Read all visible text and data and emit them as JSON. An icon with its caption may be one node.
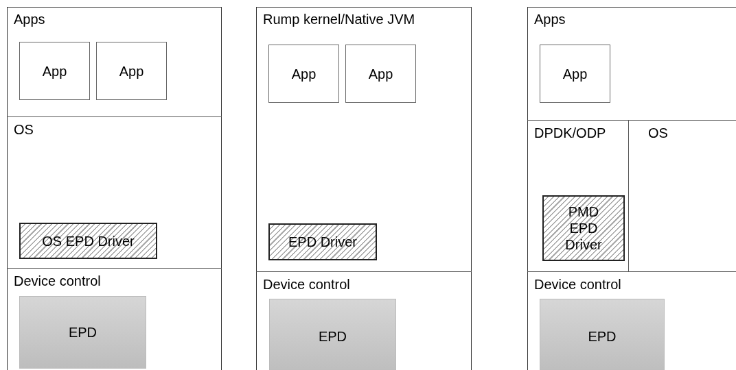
{
  "diagram": {
    "nodes": [
      {
        "text": [],
        "shape": "box"
      },
      {
        "text": [
          "Apps"
        ],
        "in": 0
      },
      {
        "text": [
          "App"
        ],
        "in": 1
      },
      {
        "text": [
          "App"
        ],
        "in": 1
      },
      {
        "text": [
          "OS"
        ],
        "in": 0
      },
      {
        "text": [
          "OS EPD Driver"
        ],
        "in": 4
      },
      {
        "text": [
          "Device control"
        ],
        "in": 0
      },
      {
        "text": [
          "EPD"
        ],
        "in": 6
      },
      {
        "text": [],
        "shape": "box"
      },
      {
        "text": [
          "Rump kernel/Native JVM"
        ],
        "in": 8
      },
      {
        "text": [
          "App"
        ],
        "in": 9
      },
      {
        "text": [
          "App"
        ],
        "in": 9
      },
      {
        "text": [
          "EPD Driver"
        ],
        "in": 9
      },
      {
        "text": [
          "Device control"
        ],
        "in": 8
      },
      {
        "text": [
          "EPD"
        ],
        "in": 13
      },
      {
        "text": [],
        "shape": "box"
      },
      {
        "text": [
          "Apps"
        ],
        "in": 15
      },
      {
        "text": [
          "App"
        ],
        "in": 16
      },
      {
        "text": [
          "DPDK/ODP"
        ],
        "in": 15
      },
      {
        "text": [
          "PMD EPD Driver"
        ],
        "in": 18
      },
      {
        "text": [
          "OS"
        ],
        "in": 15
      },
      {
        "text": [
          "Device control"
        ],
        "in": 15
      },
      {
        "text": [
          "EPD"
        ],
        "in": 21
      }
    ]
  }
}
